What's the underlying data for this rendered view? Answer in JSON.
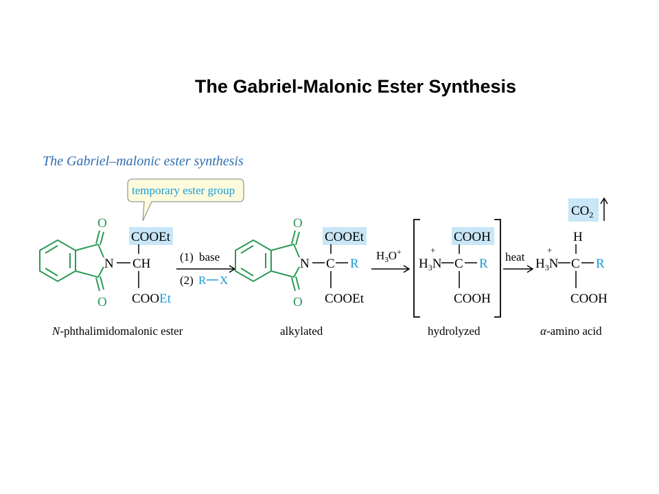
{
  "slide": {
    "title": "The Gabriel-Malonic Ester Synthesis"
  },
  "scheme": {
    "heading": "The Gabriel–malonic ester synthesis",
    "callout": "temporary ester group",
    "step1": {
      "label1": "(1)",
      "text1": "base",
      "label2": "(2)",
      "rx_r": "R",
      "rx_x": "X"
    },
    "step2": {
      "reagent": "H",
      "sub": "3",
      "tail": "O",
      "sup": "+"
    },
    "step3": {
      "reagent": "heat"
    },
    "co2": {
      "text": "CO",
      "sub": "2"
    },
    "atoms": {
      "o": "O",
      "n": "N",
      "c": "C",
      "r": "R",
      "h": "H",
      "ch": "CH",
      "cooet": "COOEt",
      "cooet_main": "COO",
      "cooet_tail": "Et",
      "cooh": "COOH",
      "h3n_h": "H",
      "h3n_sub": "3",
      "h3n_n": "N",
      "plus": "+"
    },
    "captions": {
      "n_prefix": "N",
      "start": "-phthalimidomalonic ester",
      "alkylated": "alkylated",
      "hydrolyzed": "hydrolyzed",
      "alpha": "α",
      "product": "-amino acid"
    },
    "colors": {
      "ring": "#2a9a55",
      "highlight": "#c8e6f7",
      "blue_text": "#1a9ad7",
      "heading": "#2e6db0",
      "callout_fill": "#fdfbdc",
      "callout_stroke": "#9a9a9a"
    }
  }
}
